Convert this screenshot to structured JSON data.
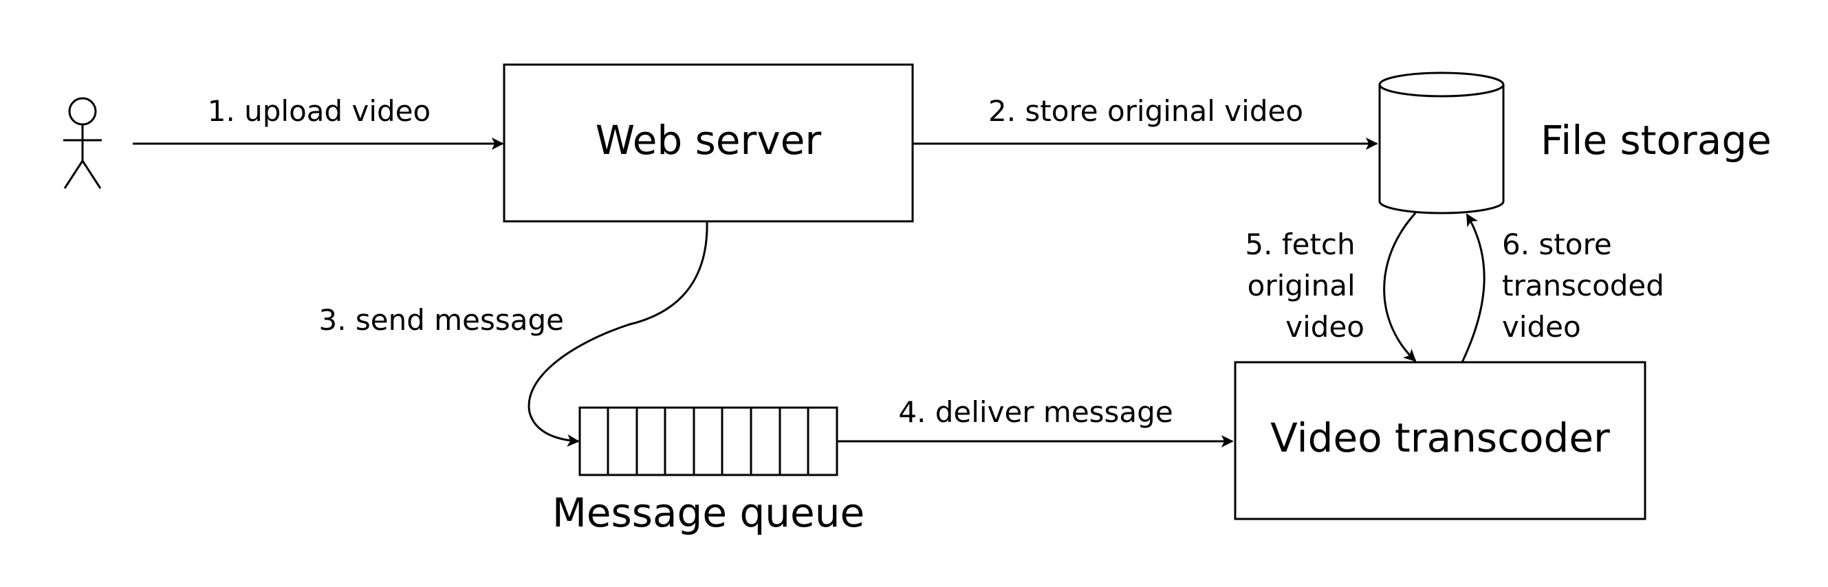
{
  "nodes": {
    "web_server": "Web server",
    "file_storage": "File storage",
    "message_queue": "Message queue",
    "video_transcoder": "Video transcoder"
  },
  "edges": {
    "upload": "1. upload video",
    "store_original": "2. store original video",
    "send_message": "3. send message",
    "deliver_message": "4. deliver message",
    "fetch_original": [
      "5. fetch",
      "original",
      "video"
    ],
    "store_transcoded": [
      "6. store",
      "transcoded",
      "video"
    ]
  },
  "colors": {
    "stroke": "#000000",
    "background": "#ffffff"
  }
}
